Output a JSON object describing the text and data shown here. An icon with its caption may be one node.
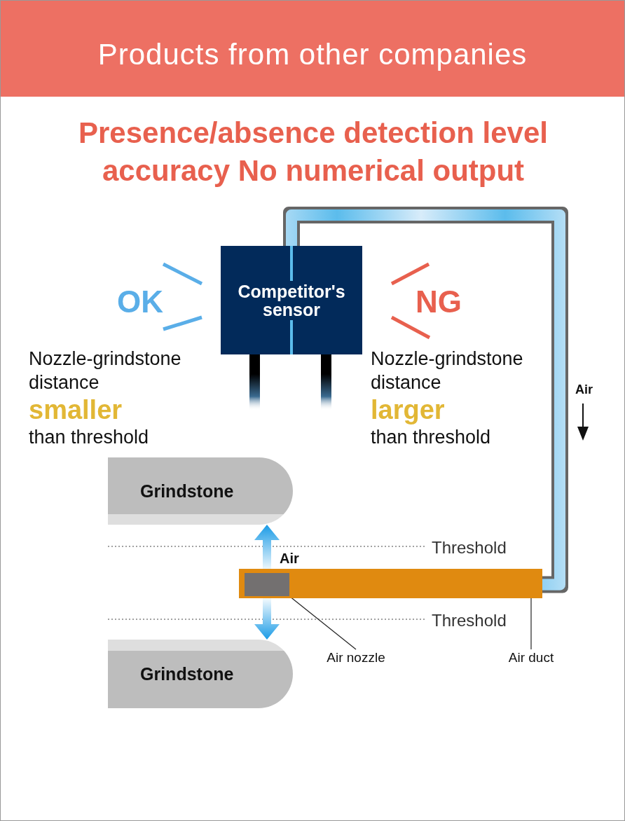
{
  "diagram": {
    "title": "Products from other companies",
    "nodes": [
      {
        "text": [
          "Competitor's sensor"
        ]
      },
      {
        "text": [
          "Grindstone"
        ]
      },
      {
        "text": [
          "Grindstone"
        ]
      },
      {
        "text": [
          "Air nozzle"
        ]
      },
      {
        "text": [],
        "shape": "box",
        "in": 6
      },
      {
        "text": [
          "Air duct"
        ]
      },
      {
        "text": [],
        "shape": "bar"
      }
    ],
    "edges": [
      {
        "from": 3,
        "to": 4,
        "arrow": "none"
      },
      {
        "from": 5,
        "to": 6,
        "arrow": "none"
      },
      {
        "from": 0,
        "to": 4,
        "arrow": "none",
        "style": "thick",
        "color": "#5bbcec"
      },
      {
        "from": 4,
        "to": 1,
        "arrow": "to",
        "style": "thick",
        "color": "#1a9be6"
      },
      {
        "from": 4,
        "to": 2,
        "arrow": "to",
        "style": "thick",
        "color": "#1a9be6"
      }
    ],
    "labels": [
      "Presence/absence detection level accuracy No numerical output",
      "OK",
      "NG",
      "Nozzle-grindstone distance",
      "smaller",
      "than threshold",
      "Nozzle-grindstone distance",
      "larger",
      "than threshold",
      "Air",
      "Threshold",
      "Air",
      "Threshold"
    ]
  }
}
